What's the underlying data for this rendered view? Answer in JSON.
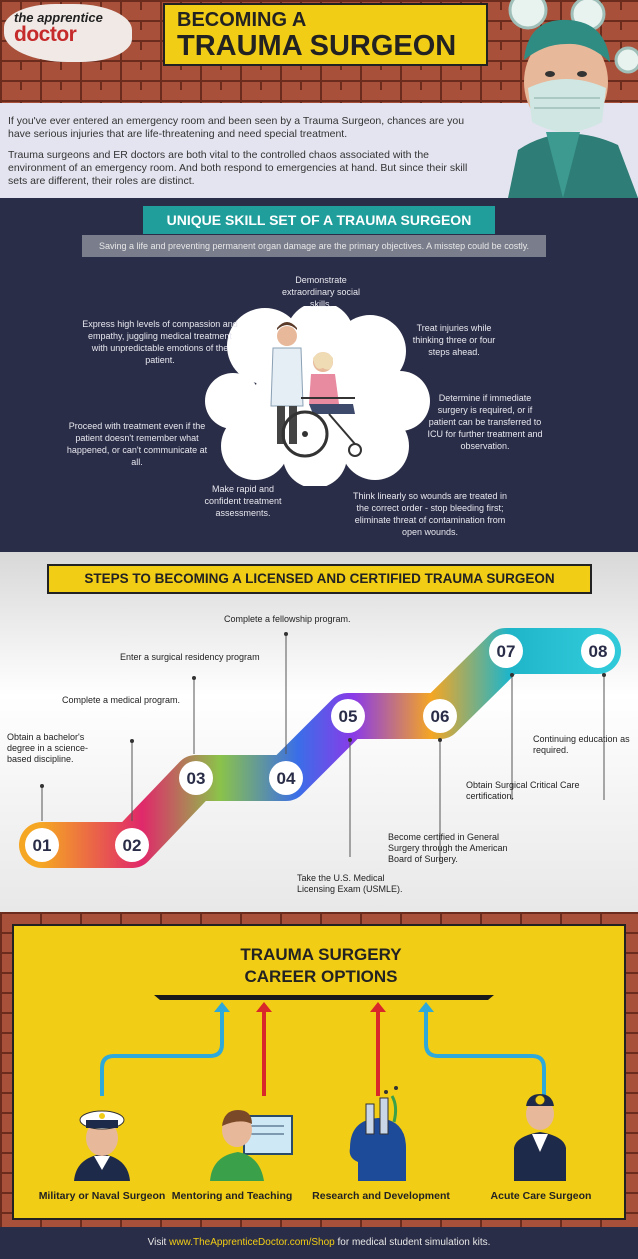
{
  "brand": {
    "line1": "the apprentice",
    "line2": "doctor"
  },
  "title": {
    "line1": "BECOMING A",
    "line2": "TRAUMA SURGEON"
  },
  "intro": {
    "p1": "If you've ever entered an emergency room and been seen by a Trauma Surgeon, chances are you have serious injuries that are life-threatening and need special treatment.",
    "p2": "Trauma surgeons and ER doctors are both vital to the controlled chaos associated with the environment of an emergency room. And both respond to emergencies at hand. But since their skill sets are different, their roles are distinct."
  },
  "skills": {
    "title": "UNIQUE SKILL SET OF A TRAUMA SURGEON",
    "subtitle": "Saving a life and preventing permanent organ damage are the primary objectives. A misstep could be costly.",
    "items": [
      "Demonstrate extraordinary social skills.",
      "Express high levels of compassion and empathy, juggling medical treatment with unpredictable emotions of the patient.",
      "Treat injuries while thinking three or four steps ahead.",
      "Determine if immediate surgery is required, or if patient can be transferred to ICU for further treatment and observation.",
      "Proceed with treatment even if the patient doesn't remember what happened, or can't communicate at all.",
      "Make rapid and confident treatment assessments.",
      "Think linearly so wounds are treated in the correct order - stop bleeding first; eliminate threat of contamination from open wounds."
    ]
  },
  "steps": {
    "title": "STEPS TO BECOMING A LICENSED AND CERTIFIED TRAUMA SURGEON",
    "items": [
      {
        "num": "01",
        "label": "Obtain a bachelor's degree in a science-based discipline."
      },
      {
        "num": "02",
        "label": "Complete a medical program."
      },
      {
        "num": "03",
        "label": "Enter a surgical residency program"
      },
      {
        "num": "04",
        "label": "Complete a fellowship program."
      },
      {
        "num": "05",
        "label": "Take the U.S. Medical Licensing Exam (USMLE)."
      },
      {
        "num": "06",
        "label": "Become certified in General Surgery through the American Board of Surgery."
      },
      {
        "num": "07",
        "label": "Obtain Surgical Critical Care certification."
      },
      {
        "num": "08",
        "label": "Continuing education as required."
      }
    ]
  },
  "career": {
    "title_line1": "TRAUMA SURGERY",
    "title_line2": "CAREER OPTIONS",
    "options": [
      {
        "label": "Military or Naval Surgeon",
        "icon": "naval-officer-icon"
      },
      {
        "label": "Mentoring and Teaching",
        "icon": "teacher-icon"
      },
      {
        "label": "Research and Development",
        "icon": "research-head-icon"
      },
      {
        "label": "Acute Care Surgeon",
        "icon": "doctor-icon"
      }
    ]
  },
  "footer": {
    "prefix": "Visit ",
    "link": "www.TheApprenticeDoctor.com/Shop",
    "suffix": " for medical student simulation kits."
  },
  "colors": {
    "yellow": "#f2cd16",
    "teal": "#1f9e9c",
    "navy": "#2a2d47",
    "brick": "#a9503a",
    "red_accent": "#c62b2b"
  }
}
